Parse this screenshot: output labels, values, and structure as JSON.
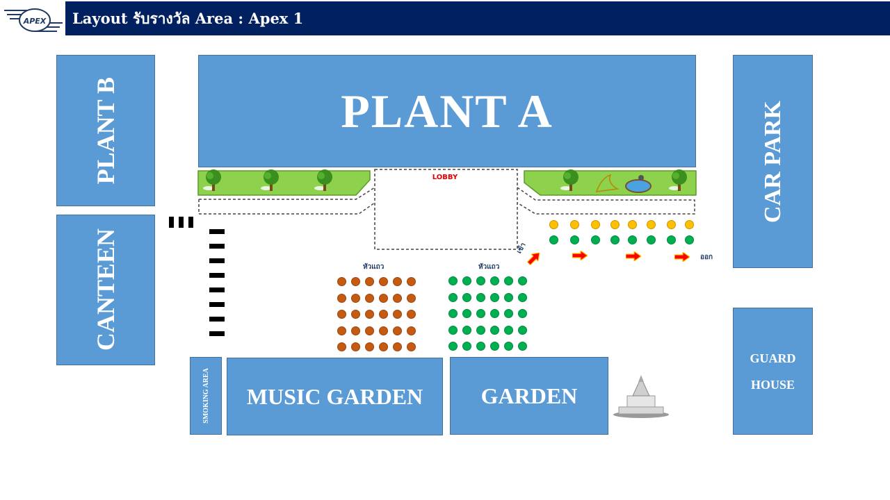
{
  "header": {
    "title": "Layout รับรางวัล Area : Apex 1"
  },
  "logo": {
    "text": "APEX"
  },
  "blocks": {
    "plant_a": "PLANT A",
    "plant_b": "PLANT B",
    "canteen": "CANTEEN",
    "car_park": "CAR PARK",
    "smoking": "SMOKING AREA",
    "music_garden": "MUSIC GARDEN",
    "garden": "GARDEN",
    "guard_house_1": "GUARD",
    "guard_house_2": "HOUSE"
  },
  "labels": {
    "lobby": "LOBBY",
    "row_head_1": "หัวแถว",
    "row_head_2": "หัวแถว",
    "enter": "เข้า",
    "exit": "ออก"
  },
  "colors": {
    "header_bg": "#002060",
    "block": "#5b9bd5",
    "orange_seat": "#c55a11",
    "green_seat": "#00b050",
    "yellow_seat": "#ffc000",
    "arrow": "#ff0000"
  },
  "seating": {
    "orange_group": {
      "rows": 5,
      "cols": 6
    },
    "green_group": {
      "rows": 5,
      "cols": 6
    },
    "yellow_line": {
      "count": 8
    },
    "green_line": {
      "count": 8
    }
  }
}
